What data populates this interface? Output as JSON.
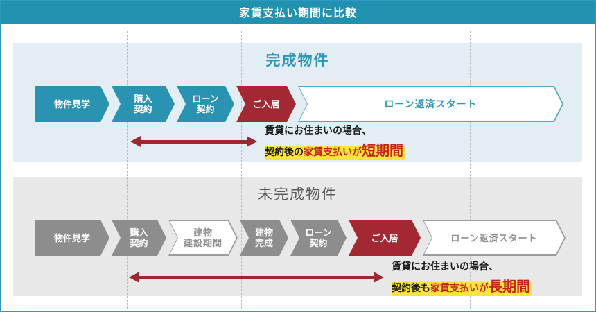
{
  "header": {
    "title": "家賃支払い期間に比較"
  },
  "colors": {
    "header_bg": "#2191b0",
    "teal_step": "#2b93b2",
    "red_step": "#a22833",
    "gray_step": "#8d8d8d",
    "panel_blue": "#e3eef4",
    "panel_gray": "#e9e8e8",
    "highlight_yellow": "#ffe33e",
    "note_red": "#c81f1f",
    "arrow_red": "#9d2733"
  },
  "sections": {
    "completed": {
      "title": "完成物件",
      "steps": [
        {
          "lines": [
            "物件見学"
          ],
          "style": "teal"
        },
        {
          "lines": [
            "購入",
            "契約"
          ],
          "style": "teal"
        },
        {
          "lines": [
            "ローン",
            "契約"
          ],
          "style": "teal"
        },
        {
          "lines": [
            "ご入居"
          ],
          "style": "red"
        },
        {
          "lines": [
            "ローン返済スタート"
          ],
          "style": "outline-teal"
        }
      ],
      "note": {
        "line1": "賃貸にお住まいの場合、",
        "prefix": "契約後の",
        "mid": "家賃支払いが",
        "emphasis": "短期間"
      }
    },
    "unfinished": {
      "title": "未完成物件",
      "steps": [
        {
          "lines": [
            "物件見学"
          ],
          "style": "gray"
        },
        {
          "lines": [
            "購入",
            "契約"
          ],
          "style": "gray"
        },
        {
          "lines": [
            "建物",
            "建設期間"
          ],
          "style": "outline-gray"
        },
        {
          "lines": [
            "建物",
            "完成"
          ],
          "style": "gray"
        },
        {
          "lines": [
            "ローン",
            "契約"
          ],
          "style": "gray"
        },
        {
          "lines": [
            "ご入居"
          ],
          "style": "red"
        },
        {
          "lines": [
            "ローン返済スタート"
          ],
          "style": "outline-gray"
        }
      ],
      "note": {
        "line1": "賃貸にお住まいの場合、",
        "prefix": "契約後も",
        "mid": "家賃支払いが",
        "emphasis": "長期間"
      }
    }
  }
}
